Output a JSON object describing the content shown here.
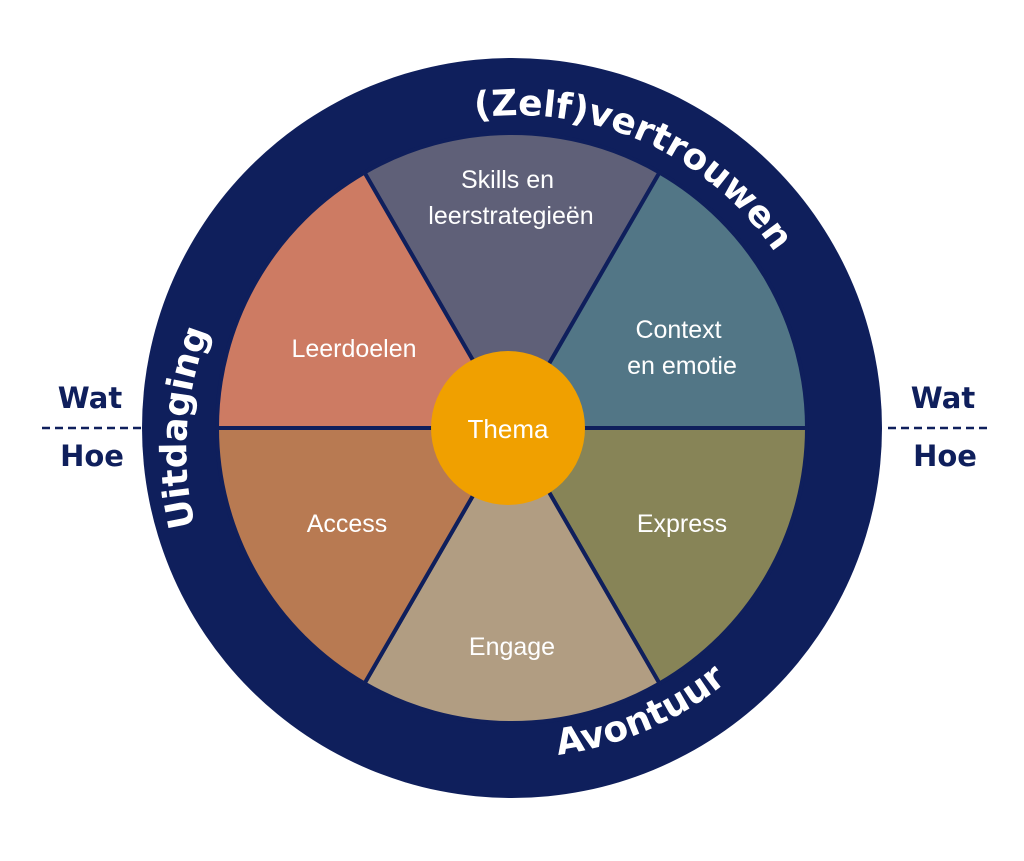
{
  "center": {
    "label": "Thema",
    "color": "#f0a000"
  },
  "segments": [
    {
      "id": "top",
      "label_lines": [
        "Skills en",
        "leerstrategieën"
      ],
      "color": "#5f6078"
    },
    {
      "id": "upper-right",
      "label_lines": [
        "Context",
        "en emotie"
      ],
      "color": "#527686"
    },
    {
      "id": "lower-right",
      "label_lines": [
        "Express"
      ],
      "color": "#878457"
    },
    {
      "id": "bottom",
      "label_lines": [
        "Engage"
      ],
      "color": "#b19d82"
    },
    {
      "id": "lower-left",
      "label_lines": [
        "Access"
      ],
      "color": "#b87a52"
    },
    {
      "id": "upper-left",
      "label_lines": [
        "Leerdoelen"
      ],
      "color": "#cd7b63"
    }
  ],
  "ring": {
    "color": "#0f1f5c",
    "top_text": "(Zelf)vertrouwen",
    "left_text": "Uitdaging",
    "bottom_text": "Avontuur"
  },
  "side_labels": {
    "left": {
      "top": "Wat",
      "bottom": "Hoe"
    },
    "right": {
      "top": "Wat",
      "bottom": "Hoe"
    },
    "color": "#0f1f5c"
  }
}
